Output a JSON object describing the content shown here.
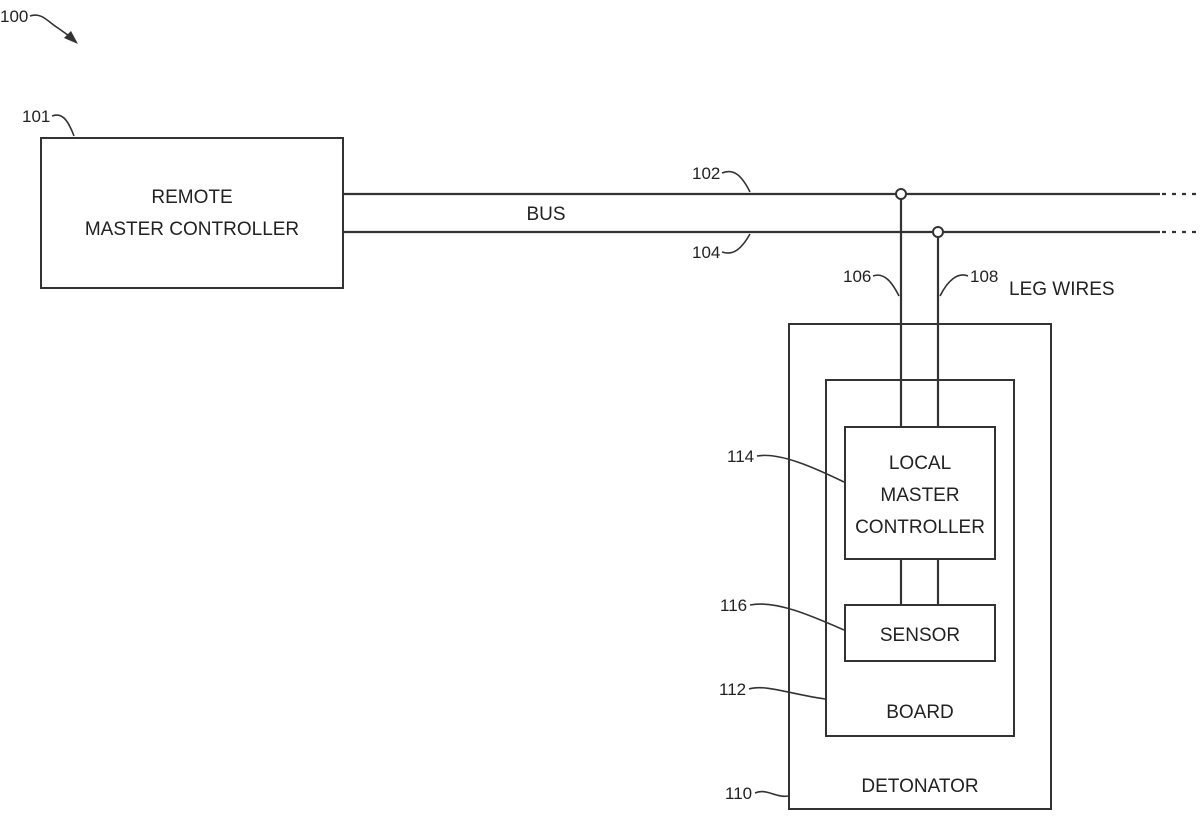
{
  "figure_ref": "100",
  "remote_controller": {
    "ref": "101",
    "lines": [
      "REMOTE",
      "MASTER CONTROLLER"
    ]
  },
  "bus": {
    "label": "BUS",
    "line_a_ref": "102",
    "line_b_ref": "104"
  },
  "leg_wires": {
    "wire_a_ref": "106",
    "wire_b_ref": "108",
    "label": "LEG WIRES"
  },
  "detonator": {
    "ref": "110",
    "label": "DETONATOR"
  },
  "board": {
    "ref": "112",
    "label": "BOARD"
  },
  "local_controller": {
    "ref": "114",
    "lines": [
      "LOCAL",
      "MASTER",
      "CONTROLLER"
    ]
  },
  "sensor": {
    "ref": "116",
    "label": "SENSOR"
  }
}
